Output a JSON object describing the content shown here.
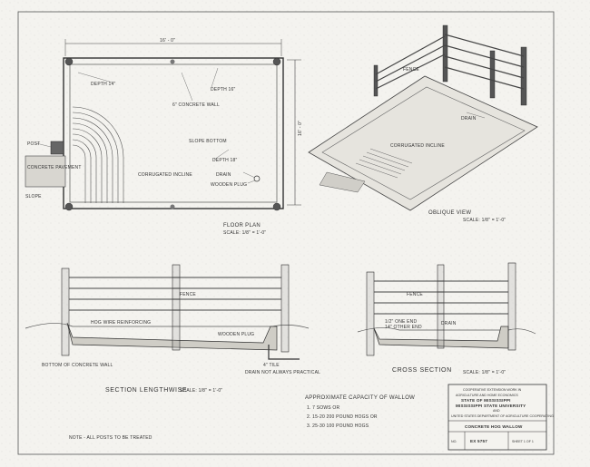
{
  "floor_plan": {
    "dim_width": "16' - 0\"",
    "dim_length": "16' - 0\"",
    "depth_14": "DEPTH 14\"",
    "depth_16": "DEPTH 16\"",
    "depth_18": "DEPTH 18\"",
    "wall": "6\" CONCRETE WALL",
    "slope_bottom": "SLOPE BOTTOM",
    "corrugated_incline": "CORRUGATED INCLINE",
    "drain": "DRAIN",
    "wooden_plug": "WOODEN PLUG",
    "post": "POST",
    "concrete_pavement": "CONCRETE PAVEMENT",
    "slope": "SLOPE",
    "title": "FLOOR PLAN",
    "scale": "SCALE: 1/8\" = 1'-0\""
  },
  "oblique": {
    "fence": "FENCE",
    "drain": "DRAIN",
    "corrugated_incline": "CORRUGATED INCLINE",
    "title": "OBLIQUE VIEW",
    "scale": "SCALE: 1/8\" = 1'-0\""
  },
  "lengthwise": {
    "fence": "FENCE",
    "hog_wire": "HOG WIRE REINFORCING",
    "wooden_plug": "WOODEN PLUG",
    "bottom_wall": "BOTTOM OF CONCRETE WALL",
    "tile": "4\" TILE",
    "drain_note": "DRAIN NOT ALWAYS PRACTICAL",
    "title": "SECTION LENGTHWISE",
    "scale": "SCALE: 1/8\" = 1'-0\""
  },
  "cross": {
    "fence": "FENCE",
    "one_end": "1/2\" ONE END",
    "other_end": "14\" OTHER END",
    "drain": "DRAIN",
    "title": "CROSS SECTION",
    "scale": "SCALE: 1/8\" = 1'-0\""
  },
  "capacity": {
    "title": "APPROXIMATE CAPACITY OF WALLOW",
    "items": [
      "1. 7 SOWS OR",
      "2. 15-20 200 POUND HOGS OR",
      "3. 25-30 100 POUND HOGS"
    ]
  },
  "note": "NOTE - ALL POSTS TO BE TREATED",
  "title_block": {
    "line1": "COOPERATIVE EXTENSION WORK IN",
    "line2": "AGRICULTURE AND HOME ECONOMICS",
    "line3": "STATE OF MISSISSIPPI",
    "line4": "MISSISSIPPI STATE UNIVERSITY",
    "line5": "AND",
    "line6": "UNITED STATES DEPARTMENT OF AGRICULTURE COOPERATING",
    "drawing_title": "CONCRETE HOG WALLOW",
    "box1": "NO.",
    "box2": "EX 5757",
    "box3": "SHEET 1 OF 1"
  },
  "colors": {
    "paper": "#f4f3ef",
    "ink": "#2a2a2a"
  }
}
